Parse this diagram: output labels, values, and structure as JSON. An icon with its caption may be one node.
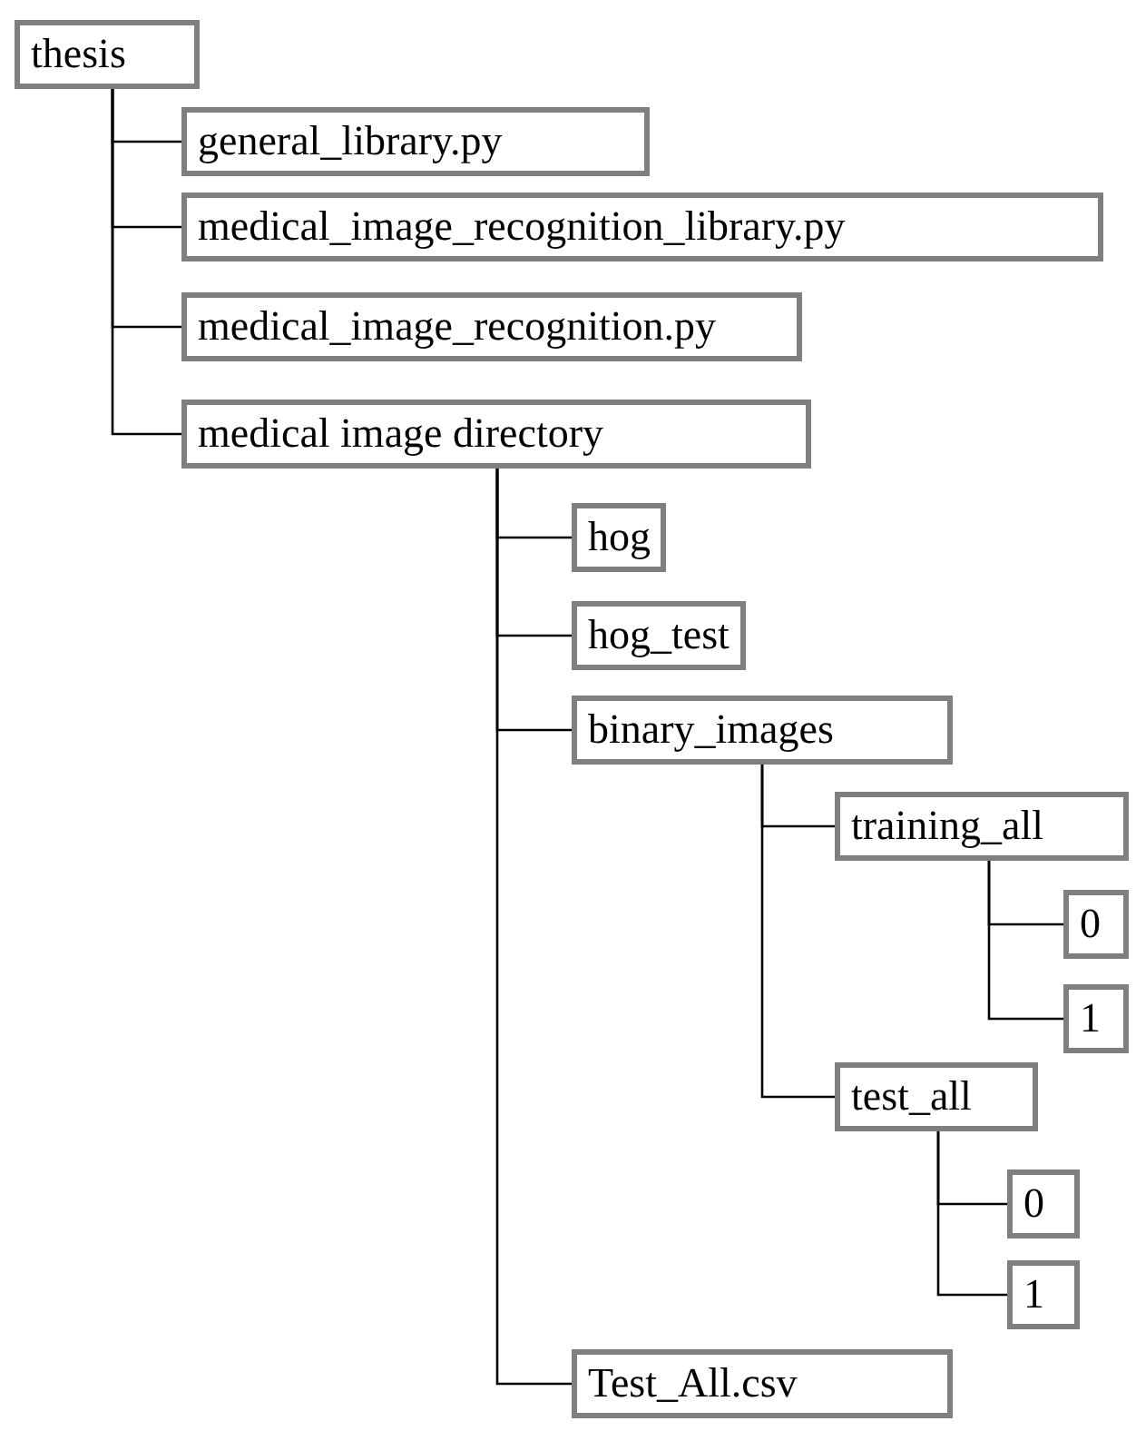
{
  "diagram": {
    "nodes": [
      {
        "text": [
          "thesis"
        ]
      },
      {
        "text": [
          "general_library.py"
        ]
      },
      {
        "text": [
          "medical_image_recognition_library.py"
        ]
      },
      {
        "text": [
          "medical_image_recognition.py"
        ]
      },
      {
        "text": [
          "medical image directory"
        ]
      },
      {
        "text": [
          "hog"
        ]
      },
      {
        "text": [
          "hog_test"
        ]
      },
      {
        "text": [
          "binary_images"
        ]
      },
      {
        "text": [
          "training_all"
        ]
      },
      {
        "text": [
          "0"
        ]
      },
      {
        "text": [
          "1"
        ]
      },
      {
        "text": [
          "test_all"
        ]
      },
      {
        "text": [
          "0"
        ]
      },
      {
        "text": [
          "1"
        ]
      },
      {
        "text": [
          "Test_All.csv"
        ]
      }
    ],
    "edges": [
      {
        "from": 0,
        "to": 1,
        "arrow": "none"
      },
      {
        "from": 0,
        "to": 2,
        "arrow": "none"
      },
      {
        "from": 0,
        "to": 3,
        "arrow": "none"
      },
      {
        "from": 0,
        "to": 4,
        "arrow": "none"
      },
      {
        "from": 4,
        "to": 5,
        "arrow": "none"
      },
      {
        "from": 4,
        "to": 6,
        "arrow": "none"
      },
      {
        "from": 4,
        "to": 7,
        "arrow": "none"
      },
      {
        "from": 7,
        "to": 8,
        "arrow": "none"
      },
      {
        "from": 8,
        "to": 9,
        "arrow": "none"
      },
      {
        "from": 8,
        "to": 10,
        "arrow": "none"
      },
      {
        "from": 7,
        "to": 11,
        "arrow": "none"
      },
      {
        "from": 11,
        "to": 12,
        "arrow": "none"
      },
      {
        "from": 11,
        "to": 13,
        "arrow": "none"
      },
      {
        "from": 4,
        "to": 14,
        "arrow": "none"
      }
    ]
  }
}
